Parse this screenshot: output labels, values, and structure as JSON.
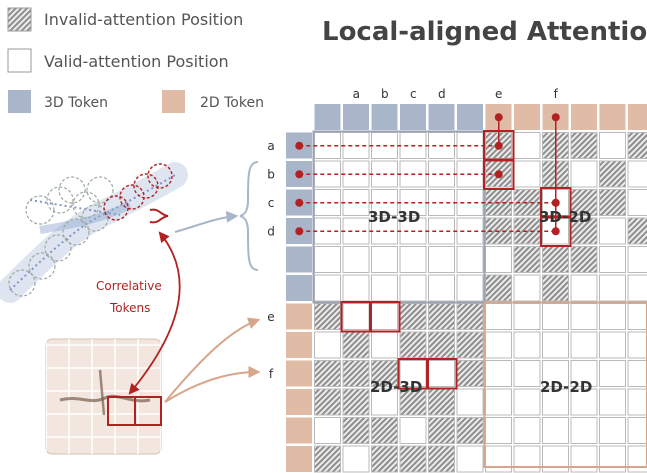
{
  "title": "Local-aligned Attention",
  "legend": {
    "invalid": "Invalid-attention Position",
    "valid": "Valid-attention Position",
    "token3d": "3D Token",
    "token2d": "2D Token"
  },
  "column_labels": [
    "a",
    "b",
    "c",
    "d",
    "e",
    "f"
  ],
  "row_labels": [
    "a",
    "b",
    "c",
    "d",
    "e",
    "f"
  ],
  "regions": {
    "top_left": "3D-3D",
    "top_right": "3D-2D",
    "bottom_left": "2D-3D",
    "bottom_right": "2D-2D"
  },
  "annotation": {
    "line1": "Correlative",
    "line2": "Tokens"
  },
  "colors": {
    "token3d": "#a9b5c8",
    "token2d": "#e0bba6",
    "highlight": "#b22222",
    "cell_border": "#b9b9b9",
    "box3d": "#9aa3b5",
    "box2d": "#d7a58b"
  }
}
